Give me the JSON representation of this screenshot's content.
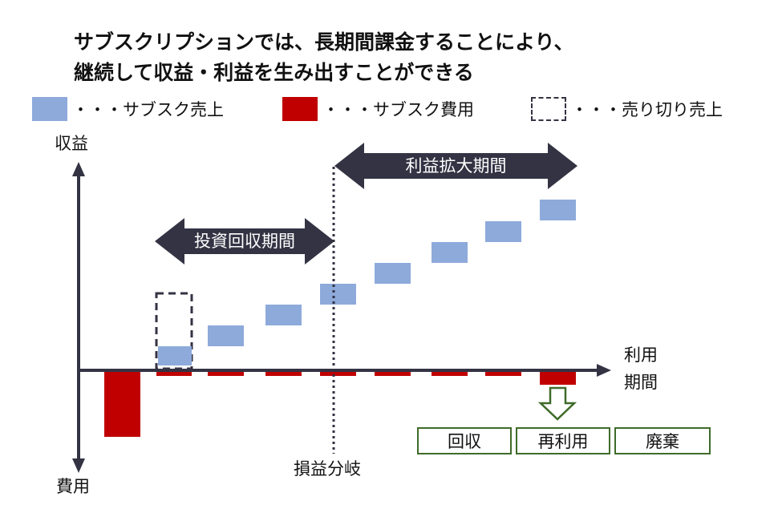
{
  "title": {
    "line1": "サブスクリプションでは、長期間課金することにより、",
    "line2": "継続して収益・利益を生み出すことができる"
  },
  "legend": [
    {
      "label": "・・・サブスク売上",
      "color": "#8eaadb"
    },
    {
      "label": "・・・サブスク費用",
      "color": "#c00000"
    },
    {
      "label": "・・・売り切り売上",
      "color": "#333344"
    }
  ],
  "axes": {
    "y_top": "収益",
    "y_bottom": "費用",
    "x_line1": "利用",
    "x_line2": "期間"
  },
  "annotations": {
    "breakeven": "損益分岐",
    "payback": "投資回収期間",
    "profit": "利益拡大期間"
  },
  "lifecycle": [
    "回収",
    "再利用",
    "廃棄"
  ],
  "colors": {
    "revenue": "#8eaadb",
    "cost": "#c00000",
    "arrow": "#333344",
    "lifecycle": "#3f6b2a"
  }
}
